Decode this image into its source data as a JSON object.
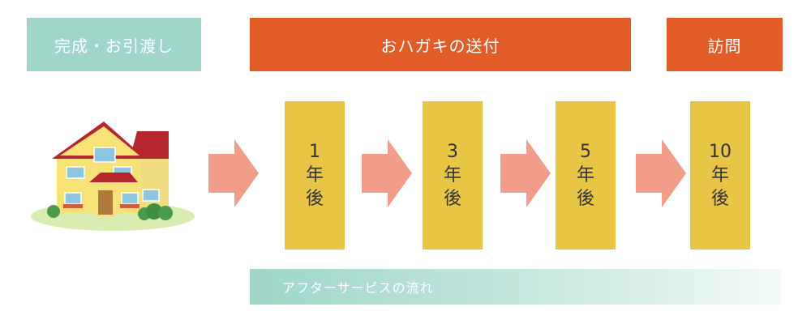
{
  "headers": {
    "handover": "完成・お引渡し",
    "postcard": "おハガキの送付",
    "visit": "訪問"
  },
  "steps": [
    {
      "num": "1",
      "unit1": "年",
      "unit2": "後"
    },
    {
      "num": "3",
      "unit1": "年",
      "unit2": "後"
    },
    {
      "num": "5",
      "unit1": "年",
      "unit2": "後"
    },
    {
      "num": "10",
      "unit1": "年",
      "unit2": "後"
    }
  ],
  "footer": {
    "label": "アフターサービスの流れ"
  },
  "colors": {
    "teal": "#9fd6c9",
    "orange": "#e15c27",
    "yellow": "#e9c545",
    "arrow": "#f29c8a"
  },
  "icons": [
    "house-illustration",
    "right-arrow-icon"
  ]
}
